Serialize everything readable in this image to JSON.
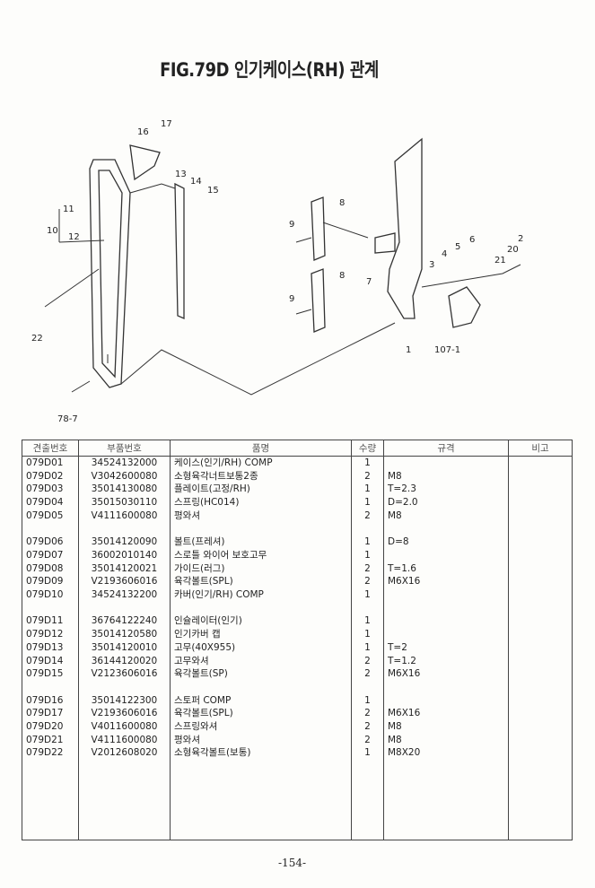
{
  "title": "FIG.79D 인기케이스(RH) 관계",
  "diagram_labels": [
    "17",
    "16",
    "13",
    "14",
    "15",
    "11",
    "10",
    "12",
    "22",
    "78-7",
    "8",
    "9",
    "8",
    "9",
    "7",
    "1",
    "3",
    "4",
    "5",
    "6",
    "21",
    "20",
    "2",
    "107-1"
  ],
  "table": {
    "headers": [
      "견출번호",
      "부품번호",
      "품명",
      "수량",
      "규격",
      "비고"
    ],
    "rows": [
      [
        "079D01",
        "34524132000",
        "케이스(인기/RH) COMP",
        "1",
        "",
        ""
      ],
      [
        "079D02",
        "V3042600080",
        "소형육각너트보통2종",
        "2",
        "M8",
        ""
      ],
      [
        "079D03",
        "35014130080",
        "플레이트(고정/RH)",
        "1",
        "T=2.3",
        ""
      ],
      [
        "079D04",
        "35015030110",
        "스프링(HC014)",
        "1",
        "D=2.0",
        ""
      ],
      [
        "079D05",
        "V4111600080",
        "평와셔",
        "2",
        "M8",
        ""
      ],
      [
        "",
        "",
        "",
        "",
        "",
        ""
      ],
      [
        "079D06",
        "35014120090",
        "볼트(프레셔)",
        "1",
        "D=8",
        ""
      ],
      [
        "079D07",
        "36002010140",
        "스로틀 와이어 보호고무",
        "1",
        "",
        ""
      ],
      [
        "079D08",
        "35014120021",
        "가이드(러그)",
        "2",
        "T=1.6",
        ""
      ],
      [
        "079D09",
        "V2193606016",
        "육각볼트(SPL)",
        "2",
        "M6X16",
        ""
      ],
      [
        "079D10",
        "34524132200",
        "카버(인기/RH) COMP",
        "1",
        "",
        ""
      ],
      [
        "",
        "",
        "",
        "",
        "",
        ""
      ],
      [
        "079D11",
        "36764122240",
        "인슐레이터(인기)",
        "1",
        "",
        ""
      ],
      [
        "079D12",
        "35014120580",
        "인기카버 캡",
        "1",
        "",
        ""
      ],
      [
        "079D13",
        "35014120010",
        "고무(40X955)",
        "1",
        "T=2",
        ""
      ],
      [
        "079D14",
        "36144120020",
        "고무와셔",
        "2",
        "T=1.2",
        ""
      ],
      [
        "079D15",
        "V2123606016",
        "육각볼트(SP)",
        "2",
        "M6X16",
        ""
      ],
      [
        "",
        "",
        "",
        "",
        "",
        ""
      ],
      [
        "079D16",
        "35014122300",
        "스토퍼 COMP",
        "1",
        "",
        ""
      ],
      [
        "079D17",
        "V2193606016",
        "육각볼트(SPL)",
        "2",
        "M6X16",
        ""
      ],
      [
        "079D20",
        "V4011600080",
        "스프링와셔",
        "2",
        "M8",
        ""
      ],
      [
        "079D21",
        "V4111600080",
        "평와셔",
        "2",
        "M8",
        ""
      ],
      [
        "079D22",
        "V2012608020",
        "소형육각볼트(보통)",
        "1",
        "M8X20",
        ""
      ]
    ]
  },
  "page_number": "-154-"
}
